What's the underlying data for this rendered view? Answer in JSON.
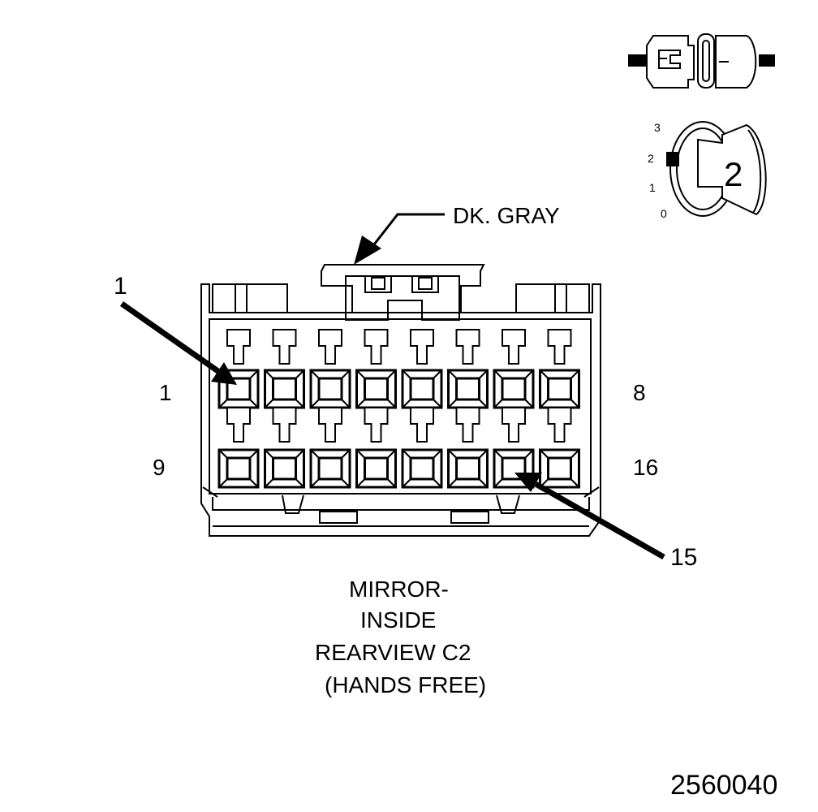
{
  "diagram": {
    "color_label": "DK. GRAY",
    "callout_left": "1",
    "callout_right": "15",
    "row1_first": "1",
    "row1_last": "8",
    "row2_first": "9",
    "row2_last": "16",
    "caption_lines": [
      "MIRROR-",
      "INSIDE",
      "REARVIEW C2",
      "(HANDS FREE)"
    ],
    "figure_number": "2560040",
    "lock_icon_digit": "2",
    "lock_scale": [
      "3",
      "2",
      "1",
      "0"
    ]
  },
  "colors": {
    "line": "#000000",
    "background": "#ffffff"
  },
  "icons": [
    "connector-side-view-icon",
    "connector-lock-position-icon"
  ]
}
